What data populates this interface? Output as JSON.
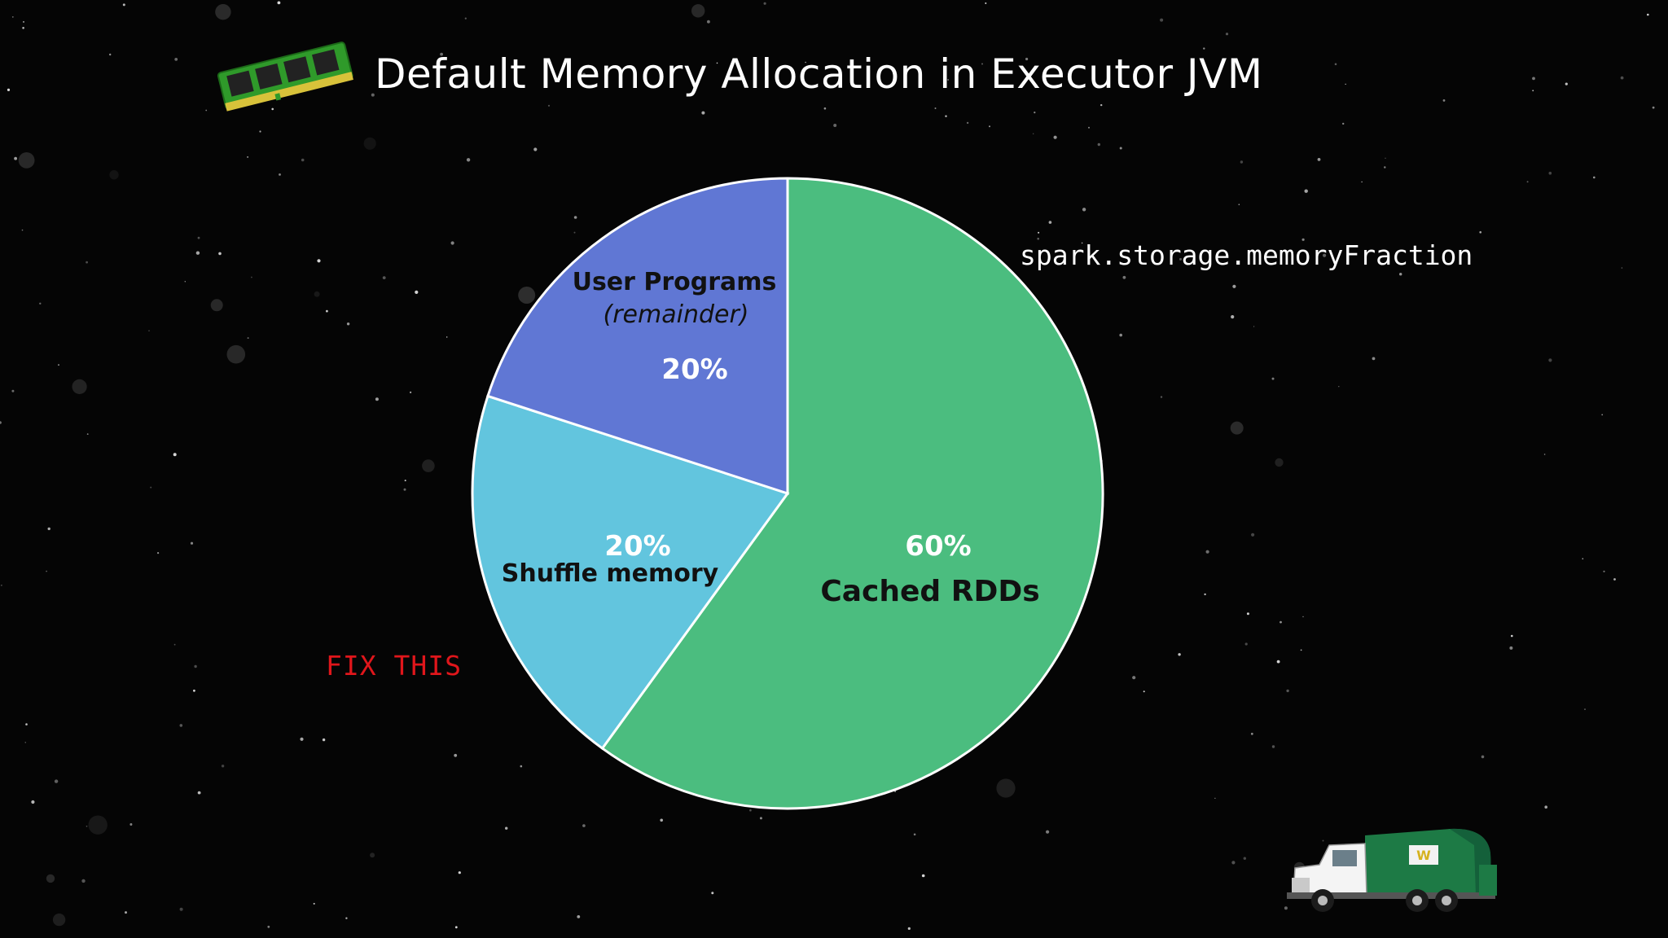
{
  "slide": {
    "title": "Default Memory Allocation in Executor JVM",
    "config_label": "spark.storage.memoryFraction",
    "fix_note": "FIX THIS"
  },
  "icons": {
    "memory": "ram-module-icon",
    "truck": "garbage-truck-icon"
  },
  "colors": {
    "background": "#050505",
    "cached": "#4bbd7f",
    "shuffle": "#62c5de",
    "user": "#6077d4",
    "note": "#e0161b"
  },
  "chart_data": {
    "type": "pie",
    "slices": [
      {
        "name": "Cached RDDs",
        "value": 60,
        "label": "60%",
        "color": "#4bbd7f"
      },
      {
        "name": "Shuffle memory",
        "value": 20,
        "label": "20%",
        "color": "#62c5de"
      },
      {
        "name": "User Programs",
        "note": "(remainder)",
        "value": 20,
        "label": "20%",
        "color": "#6077d4"
      }
    ],
    "start_angle_deg": 0,
    "direction": "clockwise",
    "legend": "none"
  }
}
